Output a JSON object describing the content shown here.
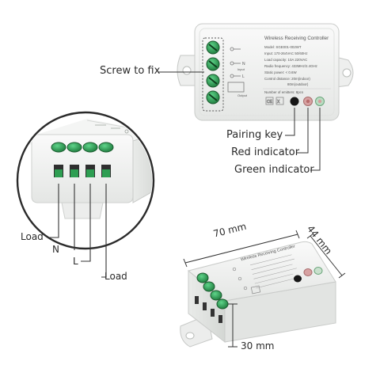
{
  "callouts": {
    "screw_to_fix": "Screw to fix",
    "pairing_key": "Pairing key",
    "red_indicator": "Red indicator",
    "green_indicator": "Green indicator",
    "load_left": "Load",
    "n": "N",
    "l": "L",
    "load_right": "Load"
  },
  "dimensions": {
    "length": "70 mm",
    "width": "44 mm",
    "height": "30 mm"
  },
  "label_top": {
    "title": "Wireless Receiving Controller",
    "model": "Model: SGE001-002WT",
    "input": "Input: 170-264VAC 50/60Hz",
    "load_capacity": "Load capacity: 10A 220VAC",
    "radio_frequency": "Radio frequency: 433MHz/2.4GHz",
    "static_power": "Static power: < 0.6W",
    "control_distance_1": "Control distance: 20m(indoor)",
    "control_distance_2": "80m(outdoor)",
    "emitters": "Number of emitters: 8pcs",
    "input_tag": "Input",
    "output_tag": "Output",
    "n_tag": "N",
    "l_tag": "L"
  },
  "label_bottom": {
    "title": "Wireless Receiving Controller"
  },
  "colors": {
    "housing": "#f2f3f2",
    "housing_edge": "#c9cbc9",
    "terminal_green": "#2e9e52",
    "terminal_dark": "#1f6e38",
    "red_led": "#c98a8a",
    "green_led": "#7cc08e",
    "key_black": "#161616",
    "line": "#333333"
  }
}
